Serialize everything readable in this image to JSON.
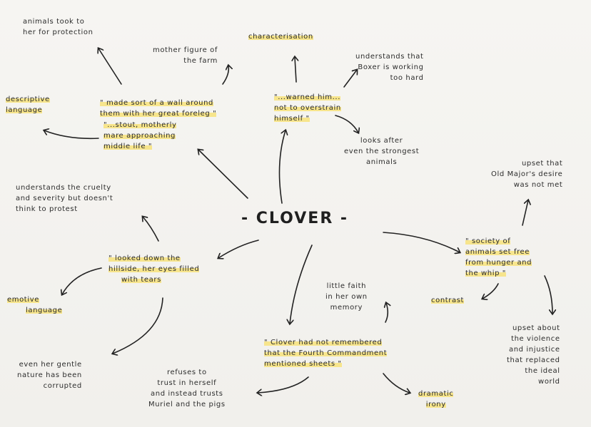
{
  "title": "- CLOVER -",
  "notes": {
    "protection": [
      "animals took to",
      "her for protection"
    ],
    "characterisation": [
      "characterisation"
    ],
    "mother": [
      "mother figure of",
      "the farm"
    ],
    "understands_boxer": [
      "understands that",
      "Boxer is working",
      "too hard"
    ],
    "descriptive": [
      "descriptive",
      "language"
    ],
    "wall_quote": [
      "\" made sort of a wall around",
      "them with her great foreleg \""
    ],
    "stout_quote": [
      "\"...stout, motherly",
      "mare approaching",
      "middle life \""
    ],
    "warned_quote": [
      "\"...warned him...",
      "not to overstrain",
      "himself \""
    ],
    "looks_after": [
      "looks after",
      "even the strongest",
      "animals"
    ],
    "upset_major": [
      "upset that",
      "Old Major's desire",
      "was not met"
    ],
    "cruelty": [
      "understands the cruelty",
      "and severity but doesn't",
      "think to protest"
    ],
    "looked_quote": [
      "\" looked down the",
      "hillside, her eyes filled",
      "with tears"
    ],
    "society_quote": [
      "\" society of",
      "animals set free",
      "from hunger and",
      "the whip \""
    ],
    "emotive": [
      "emotive",
      "language"
    ],
    "little_faith": [
      "little faith",
      "in her own",
      "memory"
    ],
    "contrast": [
      "contrast"
    ],
    "upset_violence": [
      "upset about",
      "the violence",
      "and injustice",
      "that replaced",
      "the ideal",
      "world"
    ],
    "commandment_quote": [
      "\" Clover had not remembered",
      "that the Fourth Commandment",
      "mentioned sheets \""
    ],
    "gentle": [
      "even her gentle",
      "nature has been",
      "corrupted"
    ],
    "refuses": [
      "refuses to",
      "trust in herself",
      "and instead trusts",
      "Muriel and the pigs"
    ],
    "dramatic": [
      "dramatic",
      "irony"
    ]
  },
  "colors": {
    "highlight": "#f7e58c",
    "ink": "#2a2a2a",
    "paper": "#f4f3f0"
  }
}
